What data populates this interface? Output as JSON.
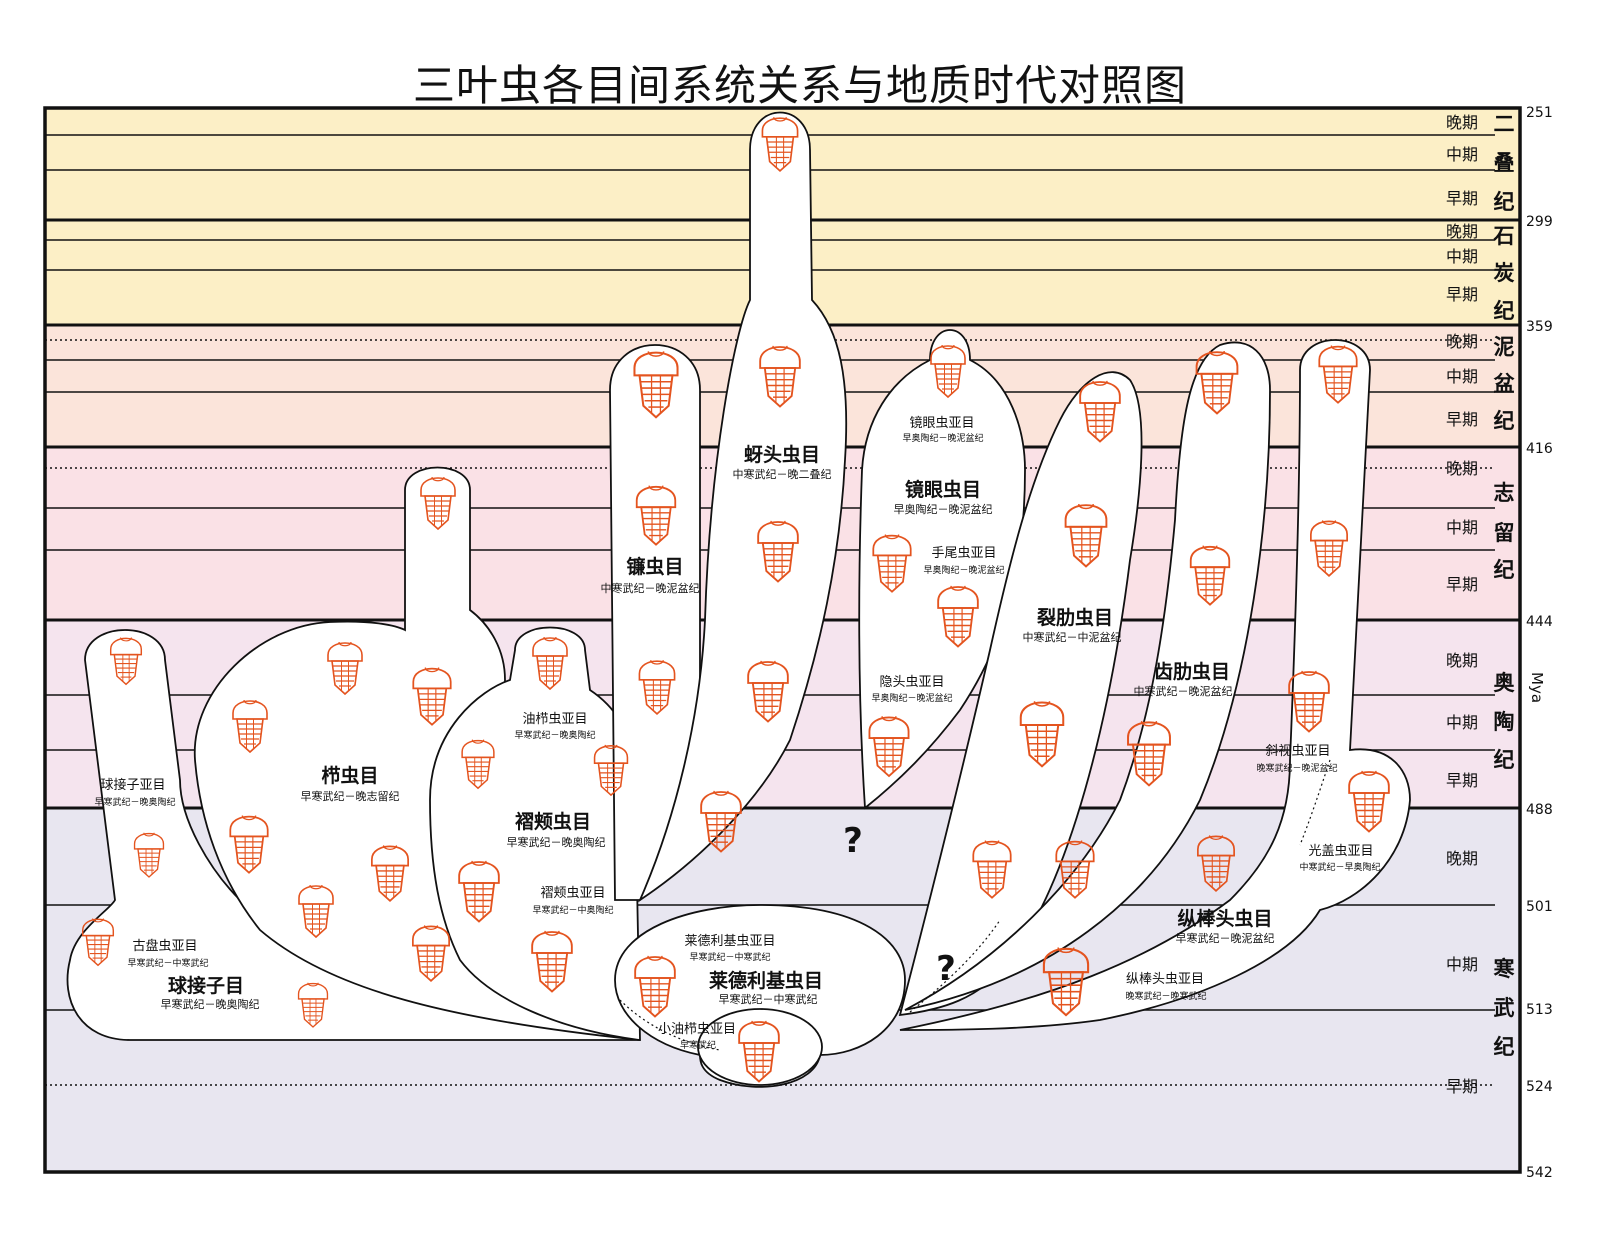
{
  "title": "三叶虫各目间系统关系与地质时代对照图",
  "axis": {
    "unit": "Mya",
    "ticks": [
      251,
      299,
      359,
      416,
      444,
      488,
      501,
      513,
      524,
      542
    ]
  },
  "colors": {
    "permian": "#fcefc6",
    "carboniferous": "#fcefc6",
    "devonian": "#fbe4da",
    "silurian": "#fae1e6",
    "ordovician": "#f5e4ee",
    "cambrian": "#e8e6f0",
    "trilobite": "#e4541f",
    "blob_fill": "#ffffff",
    "line": "#111111"
  },
  "periods": [
    {
      "name": "二叠纪",
      "chars": [
        "二",
        "叠",
        "纪"
      ],
      "from": 251,
      "to": 299,
      "color_key": "permian"
    },
    {
      "name": "石炭纪",
      "chars": [
        "石",
        "炭",
        "纪"
      ],
      "from": 299,
      "to": 359,
      "color_key": "carboniferous"
    },
    {
      "name": "泥盆纪",
      "chars": [
        "泥",
        "盆",
        "纪"
      ],
      "from": 359,
      "to": 416,
      "color_key": "devonian"
    },
    {
      "name": "志留纪",
      "chars": [
        "志",
        "留",
        "纪"
      ],
      "from": 416,
      "to": 444,
      "color_key": "silurian"
    },
    {
      "name": "奥陶纪",
      "chars": [
        "奥",
        "陶",
        "纪"
      ],
      "from": 444,
      "to": 488,
      "color_key": "ordovician"
    },
    {
      "name": "寒武纪",
      "chars": [
        "寒",
        "武",
        "纪"
      ],
      "from": 488,
      "to": 542,
      "color_key": "cambrian"
    }
  ],
  "epochs": [
    "晚期",
    "中期",
    "早期",
    "晚期",
    "中期",
    "早期",
    "晚期",
    "中期",
    "早期",
    "晚期",
    "中期",
    "早期",
    "晚期",
    "中期",
    "早期",
    "晚期",
    "中期",
    "早期"
  ],
  "orders": [
    {
      "name": "球接子目",
      "range": "早寒武纪－晚奥陶纪"
    },
    {
      "name": "栉虫目",
      "range": "早寒武纪－晚志留纪"
    },
    {
      "name": "褶颊虫目",
      "range": "早寒武纪－晚奥陶纪"
    },
    {
      "name": "镰虫目",
      "range": "中寒武纪－晚泥盆纪"
    },
    {
      "name": "蚜头虫目",
      "range": "中寒武纪－晚二叠纪"
    },
    {
      "name": "镜眼虫目",
      "range": "早奥陶纪－晚泥盆纪"
    },
    {
      "name": "裂肋虫目",
      "range": "中寒武纪－中泥盆纪"
    },
    {
      "name": "齿肋虫目",
      "range": "中寒武纪－晚泥盆纪"
    },
    {
      "name": "纵棒头虫目",
      "range": "早寒武纪－晚泥盆纪"
    },
    {
      "name": "莱德利基虫目",
      "range": "早寒武纪－中寒武纪"
    }
  ],
  "suborders": [
    {
      "name": "球接子亚目",
      "range": "早寒武纪－晚奥陶纪"
    },
    {
      "name": "古盘虫亚目",
      "range": "早寒武纪－中寒武纪"
    },
    {
      "name": "油栉虫亚目",
      "range": "早寒武纪－晚奥陶纪"
    },
    {
      "name": "褶颊虫亚目",
      "range": "早寒武纪－中奥陶纪"
    },
    {
      "name": "镜眼虫亚目",
      "range": "早奥陶纪－晚泥盆纪"
    },
    {
      "name": "手尾虫亚目",
      "range": "早奥陶纪－晚泥盆纪"
    },
    {
      "name": "隐头虫亚目",
      "range": "早奥陶纪－晚泥盆纪"
    },
    {
      "name": "斜视虫亚目",
      "range": "晚寒武纪－晚泥盆纪"
    },
    {
      "name": "光盖虫亚目",
      "range": "中寒武纪－早奥陶纪"
    },
    {
      "name": "纵棒头虫亚目",
      "range": "晚寒武纪－晚寒武纪"
    },
    {
      "name": "莱德利基虫亚目",
      "range": "早寒武纪－中寒武纪"
    },
    {
      "name": "小油栉虫亚目",
      "range": "早寒武纪"
    }
  ],
  "unknown_marks": [
    "?",
    "?"
  ]
}
